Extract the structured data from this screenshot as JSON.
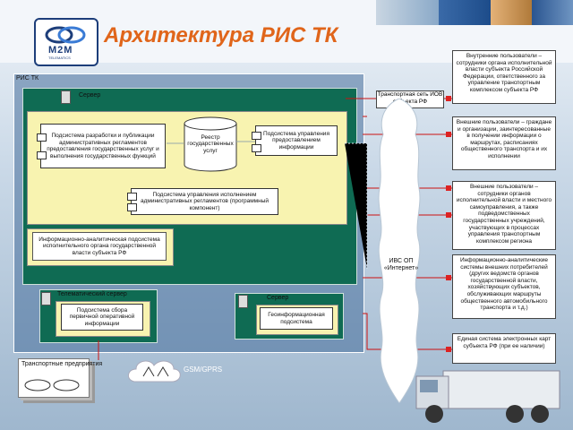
{
  "title": "Архитектура РИС ТК",
  "logo": {
    "brand": "M2M",
    "tagline": "TELEMATICS"
  },
  "colors": {
    "title": "#e0651a",
    "server": "#0f6b53",
    "panel": "#f8f3b0",
    "connector": "#cc1111"
  },
  "frame_label": "РИС ТК",
  "server_label_main": "Сервер",
  "subsystem_regulations": "Подсистема разработки и публикации административных регламентов предоставления государственных услуг и выполнения государственных функций",
  "registry": "Реестр государственных услуг",
  "subsystem_info_mgmt": "Подсистема управления предоставлением информации",
  "subsystem_admin_mgmt": "Подсистема управления исполнением административных регламентов (программный компонент)",
  "info_analytic_subsystem": "Информационно-аналитическая подсистема исполнительного органа государственной власти субъекта РФ",
  "telematic_server_label": "Телематический сервер",
  "collection_subsystem": "Подсистема сбора первичной оперативной информации",
  "server_label_geo": "Сервер",
  "geo_subsystem": "Геоинформационная подсистема",
  "transport_network": "Транспортная сеть ИОВ субъекта РФ",
  "ivs_op": "ИВС ОП «Интернет»",
  "right_boxes": [
    "Внутренние пользователи – сотрудники органа исполнительной власти субъекта Российской Федерации, ответственного за управление транспортным комплексом субъекта РФ",
    "Внешние пользователи – граждане и организации, заинтересованные в получении информации о маршрутах, расписаниях общественного транспорта и их исполнении",
    "Внешние пользователи – сотрудники органов исполнительной власти и местного самоуправления, а также подведомственных государственных учреждений, участвующих в процессах управления транспортным комплексом региона",
    "Информационно-аналитические системы внешних потребителей (других ведомств органов государственной власти, хозяйствующих субъектов, обслуживающих маршруты общественного автомобильного транспорта и т.д.)",
    "Единая система электронных карт субъекта РФ (при ее наличии)"
  ],
  "gsm": "GSM/GPRS",
  "transport_enterprises": "Транспортные предприятия"
}
